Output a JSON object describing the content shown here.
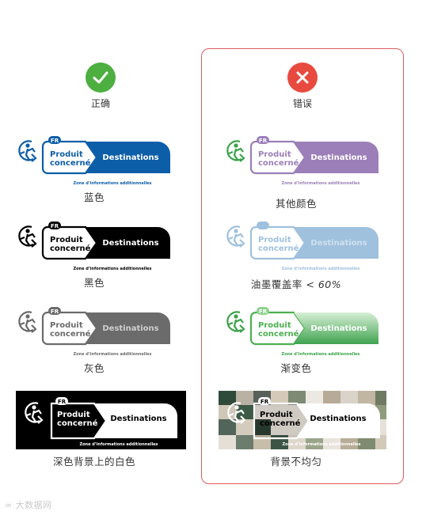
{
  "correct": {
    "title": "正确",
    "icon": "check-icon",
    "color": "#4caf3f"
  },
  "wrong": {
    "title": "错误",
    "icon": "cross-icon",
    "color": "#e84a3f"
  },
  "logo_text": {
    "fr": "FR",
    "produit": "Produit",
    "concerne": "concerné",
    "destinations": "Destinations",
    "zone": "Zone d’informations additionnelles"
  },
  "examples_correct": [
    {
      "caption": "蓝色",
      "color": "#0d5ea8"
    },
    {
      "caption": "黑色",
      "color": "#000000"
    },
    {
      "caption": "灰色",
      "color": "#6b6b6b"
    },
    {
      "caption": "深色背景上的白色",
      "color": "#000000",
      "inverted": true
    }
  ],
  "examples_wrong": [
    {
      "caption": "其他颜色",
      "color": "#9c7fb8"
    },
    {
      "caption_main": "油墨覆盖率",
      "caption_suffix": "< 60%",
      "color": "#9fc1de"
    },
    {
      "caption": "渐变色",
      "color": "#4caf50",
      "gradient_to": "#bfe3bd"
    },
    {
      "caption": "背景不均匀",
      "color": "#ffffff"
    }
  ],
  "watermark": "大数据网"
}
